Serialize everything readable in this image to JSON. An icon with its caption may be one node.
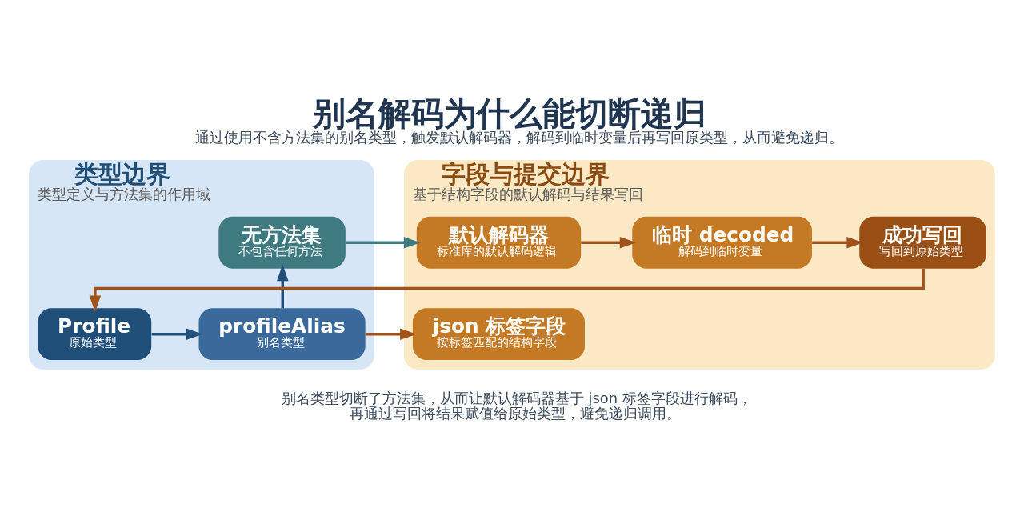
{
  "diagram": {
    "title": "别名解码为什么能切断递归",
    "caption": "别名类型切断了方法集，从而让默认解码器基于 json 标签字段进行解码，再通过写回将结果赋值给原始类型，避免递归调用。",
    "labels": [
      "通过使用不含方法集的别名类型，触发默认解码器，解码到临时变量后再写回原类型，从而避免递归。"
    ],
    "nodes": [
      {
        "text": [
          "类型边界",
          "类型定义与方法集的作用域"
        ]
      },
      {
        "text": [
          "Profile",
          "原始类型"
        ],
        "in": 0
      },
      {
        "text": [
          "profileAlias",
          "别名类型"
        ],
        "in": 0
      },
      {
        "text": [
          "无方法集",
          "不包含任何方法"
        ],
        "in": 0
      },
      {
        "text": [
          "字段与提交边界",
          "基于结构字段的默认解码与结果写回"
        ]
      },
      {
        "text": [
          "json 标签字段",
          "按标签匹配的结构字段"
        ],
        "in": 4
      },
      {
        "text": [
          "默认解码器",
          "标准库的默认解码逻辑"
        ],
        "in": 4
      },
      {
        "text": [
          "临时 decoded",
          "解码到临时变量"
        ],
        "in": 4
      },
      {
        "text": [
          "成功写回",
          "写回到原始类型"
        ],
        "in": 4
      }
    ],
    "edges": [
      {
        "from": 1,
        "to": 2,
        "arrow": "to",
        "color": "#1f4e79"
      },
      {
        "from": 2,
        "to": 5,
        "arrow": "to"
      },
      {
        "from": 2,
        "to": 3,
        "arrow": "to",
        "color": "#1f4e79"
      },
      {
        "from": 3,
        "to": 6,
        "arrow": "to",
        "color": "#3f7a80"
      },
      {
        "from": 6,
        "to": 7,
        "arrow": "to"
      },
      {
        "from": 7,
        "to": 8,
        "arrow": "to"
      },
      {
        "from": 8,
        "to": 1,
        "arrow": "to"
      }
    ]
  }
}
